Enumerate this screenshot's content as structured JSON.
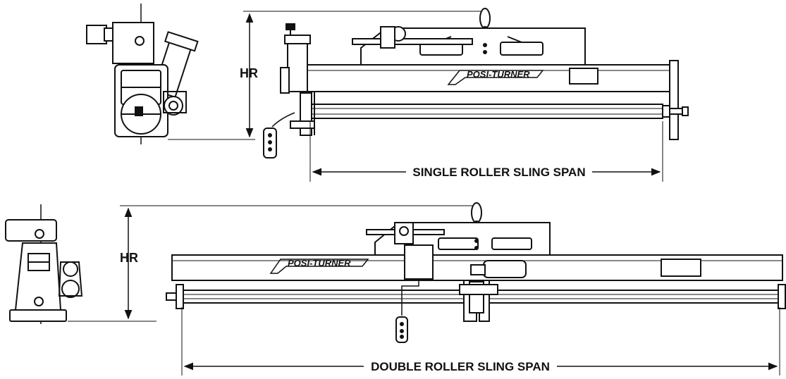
{
  "top": {
    "hr_label": "HR",
    "span_label": "SINGLE ROLLER SLING SPAN",
    "logo_text": "POSI-TURNER"
  },
  "bottom": {
    "hr_label": "HR",
    "span_label": "DOUBLE ROLLER SLING SPAN",
    "logo_text": "POSI-TURNER"
  },
  "colors": {
    "line": "#111111",
    "background": "#ffffff"
  }
}
